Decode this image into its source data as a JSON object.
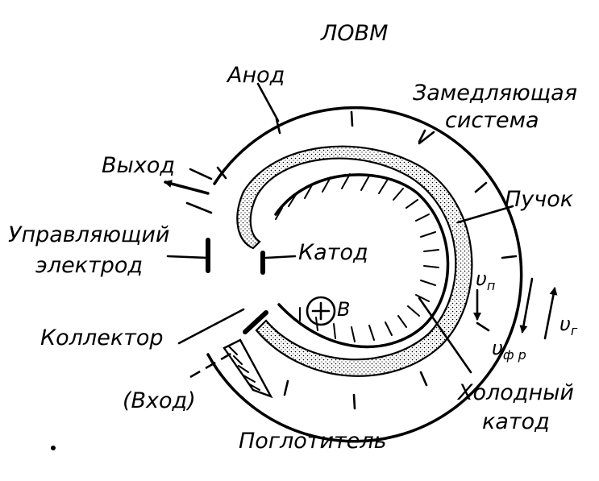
{
  "labels": {
    "title": "ЛОВМ",
    "anode": "Анод",
    "slow_wave_1": "Замедляющая",
    "slow_wave_2": "система",
    "output": "Выход",
    "beam": "Пучок",
    "control_1": "Управляющий",
    "control_2": "электрод",
    "cathode": "Катод",
    "vp": "υ",
    "vp_sub": "п",
    "vg": "υ",
    "vg_sub": "г",
    "vph": "υ",
    "vph_sub": "ф р",
    "field_b": "B",
    "collector": "Коллектор",
    "input": "(Вход)",
    "cold_1": "Холодный",
    "cold_2": "катод",
    "absorber": "Поглотитель"
  }
}
